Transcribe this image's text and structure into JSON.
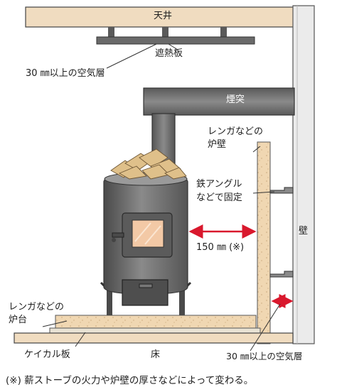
{
  "labels": {
    "ceiling": "天井",
    "heat_shield": "遮熱板",
    "ceiling_gap": "30 ㎜以上の空気層",
    "chimney": "煙突",
    "brick_wall_line1": "レンガなどの",
    "brick_wall_line2": "炉壁",
    "steel_angle_line1": "鉄アングル",
    "steel_angle_line2": "などで固定",
    "clearance": "150 ㎜ (※)",
    "wall": "壁",
    "brick_hearth_line1": "レンガなどの",
    "brick_hearth_line2": "炉台",
    "calcium_board": "ケイカル板",
    "floor": "床",
    "wall_gap": "30 ㎜以上の空気層"
  },
  "footnote": "(※) 薪ストーブの火力や炉壁の厚さなどによって変わる。",
  "colors": {
    "ceiling_fill": "#f0dcc0",
    "wall_fill": "#e8e8e8",
    "brick_fill": "#f0d7b2",
    "stove_body": "#707070",
    "chimney": "#6b6b6b",
    "arrow": "#d9182d",
    "wood": "#dfc08a",
    "glass": "#f3c9a6"
  }
}
